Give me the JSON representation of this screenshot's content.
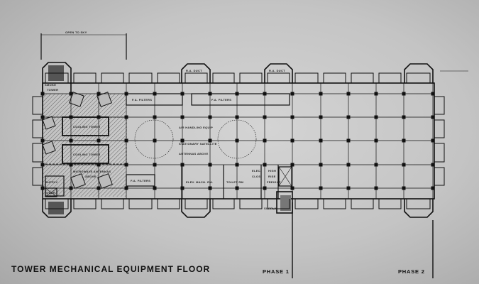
{
  "title": "TOWER MECHANICAL EQUIPMENT FLOOR",
  "phases": [
    "PHASE 1",
    "PHASE 2"
  ],
  "labels": {
    "open_to_sky": "OPEN TO SKY",
    "smoke": "SMOKE",
    "tower": "TOWER",
    "cooling_tower_1": "COOLING TOWER",
    "cooling_tower_2": "COOLING TOWER",
    "microwave_1": "MICROWAVE ANTENNAS",
    "microwave_2": "ABOVE",
    "supply_left": "SUPPLY",
    "stair": "STAIR",
    "fa_filters_1": "F.A. FILTERS",
    "fa_filters_2": "F.A. FILTERS",
    "fa_filters_3": "F.A. FILTERS",
    "ra_duct_1": "R.A. DUCT",
    "ra_duct_2": "R.A. DUCT",
    "air_handling": "AIR HANDLING EQUIP",
    "satellite_1": "STATIONARY SATELLITE",
    "satellite_2": "ANTENNAS ABOVE",
    "elev_mach": "ELEV. MACH. RM.",
    "toilet": "TOILET RM",
    "elec_1": "ELEC.",
    "elec_2": "CLOS.",
    "high_1": "HIGH",
    "high_2": "RISE",
    "high_3": "FREIGHT",
    "supply_right": "SUPPLY"
  }
}
